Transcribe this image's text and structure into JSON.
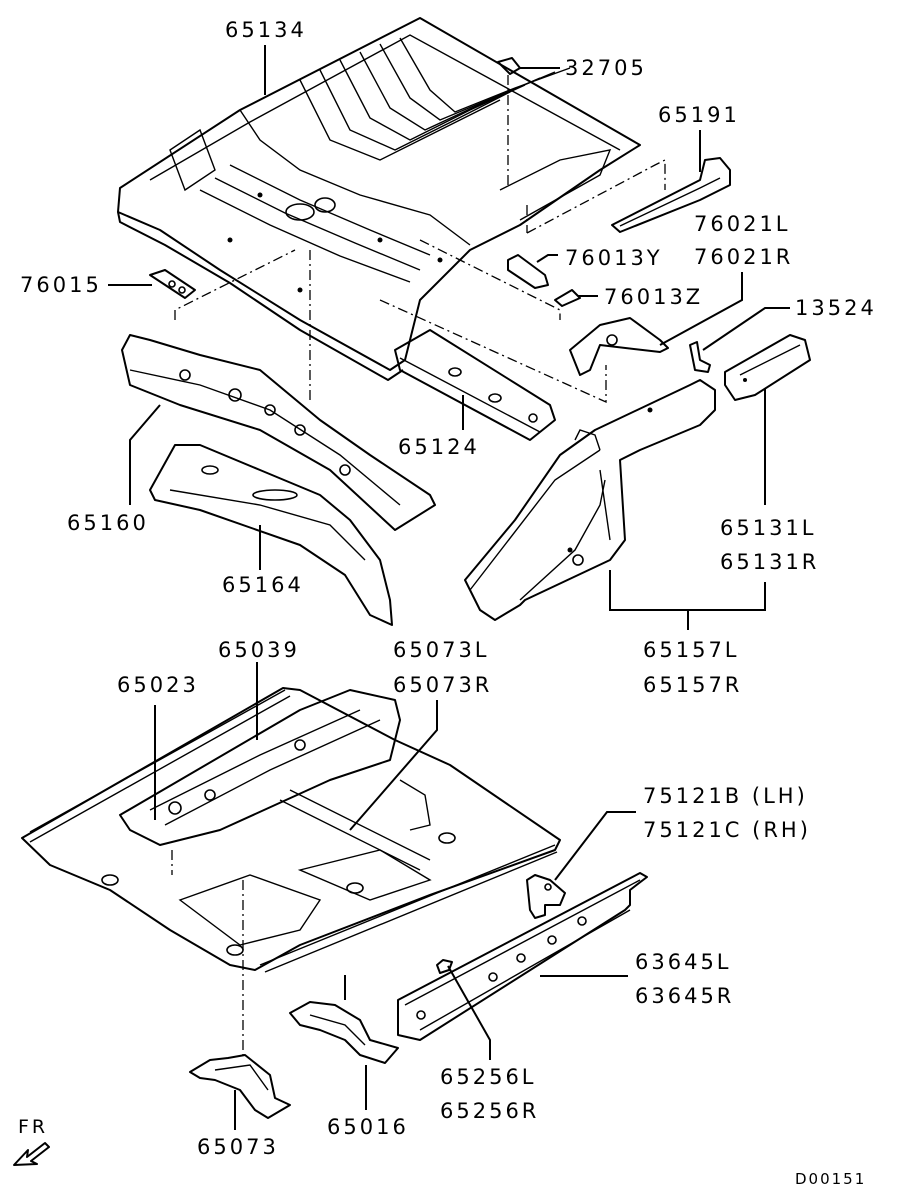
{
  "diagram": {
    "title": "Floor pan and side member parts diagram",
    "drawing_code": "D00151",
    "direction_indicator": {
      "text": "FR",
      "icon": "arrow-front-left-icon"
    },
    "part_labels": [
      {
        "id": "p65134",
        "lines": [
          "65134"
        ]
      },
      {
        "id": "p32705",
        "lines": [
          "32705"
        ]
      },
      {
        "id": "p65191",
        "lines": [
          "65191"
        ]
      },
      {
        "id": "p76021",
        "lines": [
          "76021L",
          "76021R"
        ]
      },
      {
        "id": "p76015",
        "lines": [
          "76015"
        ]
      },
      {
        "id": "p76013Y",
        "lines": [
          "76013Y"
        ]
      },
      {
        "id": "p76013Z",
        "lines": [
          "76013Z"
        ]
      },
      {
        "id": "p13524",
        "lines": [
          "13524"
        ]
      },
      {
        "id": "p65124",
        "lines": [
          "65124"
        ]
      },
      {
        "id": "p65160",
        "lines": [
          "65160"
        ]
      },
      {
        "id": "p65164",
        "lines": [
          "65164"
        ]
      },
      {
        "id": "p65131",
        "lines": [
          "65131L",
          "65131R"
        ]
      },
      {
        "id": "p65157",
        "lines": [
          "65157L",
          "65157R"
        ]
      },
      {
        "id": "p65039",
        "lines": [
          "65039"
        ]
      },
      {
        "id": "p65023",
        "lines": [
          "65023"
        ]
      },
      {
        "id": "p65073LR",
        "lines": [
          "65073L",
          "65073R"
        ]
      },
      {
        "id": "p75121",
        "lines": [
          "75121B (LH)",
          "75121C (RH)"
        ]
      },
      {
        "id": "p63645",
        "lines": [
          "63645L",
          "63645R"
        ]
      },
      {
        "id": "p65256",
        "lines": [
          "65256L",
          "65256R"
        ]
      },
      {
        "id": "p65073",
        "lines": [
          "65073"
        ]
      },
      {
        "id": "p65016",
        "lines": [
          "65016"
        ]
      }
    ]
  }
}
